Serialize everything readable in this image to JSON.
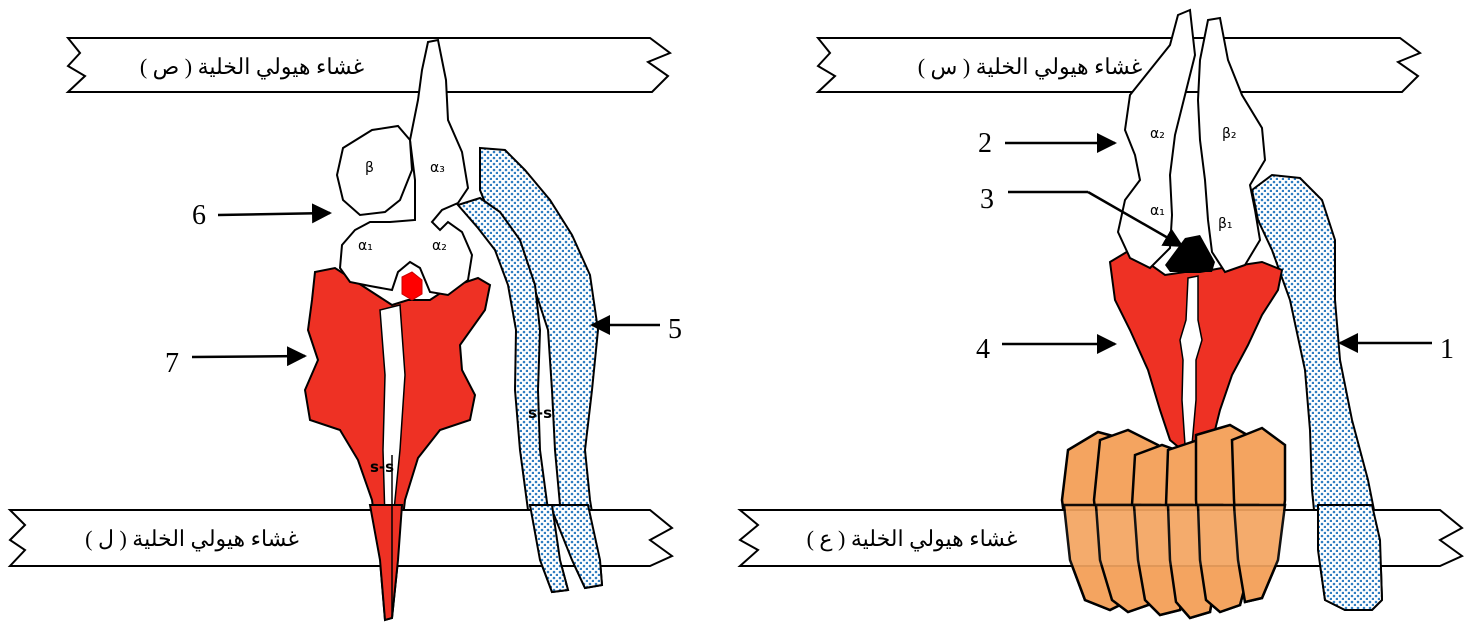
{
  "membranes": {
    "top_left": "غشاء هيولي الخلية ( ص )",
    "bottom_left": "غشاء هيولي الخلية ( ل )",
    "top_right": "غشاء هيولي الخلية ( س )",
    "bottom_right": "غشاء هيولي الخلية ( ع )"
  },
  "subunits": {
    "beta": "β",
    "alpha3": "α₃",
    "alpha1": "α₁",
    "alpha2": "α₂",
    "right_alpha2": "α₂",
    "right_beta2": "β₂",
    "right_alpha1": "α₁",
    "right_beta1": "β₁"
  },
  "bonds": {
    "left_red": "s-s",
    "left_blue": "s-s"
  },
  "callouts": {
    "n1": "1",
    "n2": "2",
    "n3": "3",
    "n4": "4",
    "n5": "5",
    "n6": "6",
    "n7": "7"
  },
  "colors": {
    "red_chain": "#ee3124",
    "blue_dots": "#2f7dc1",
    "orange_units": "#f4a460",
    "outline": "#000000"
  }
}
